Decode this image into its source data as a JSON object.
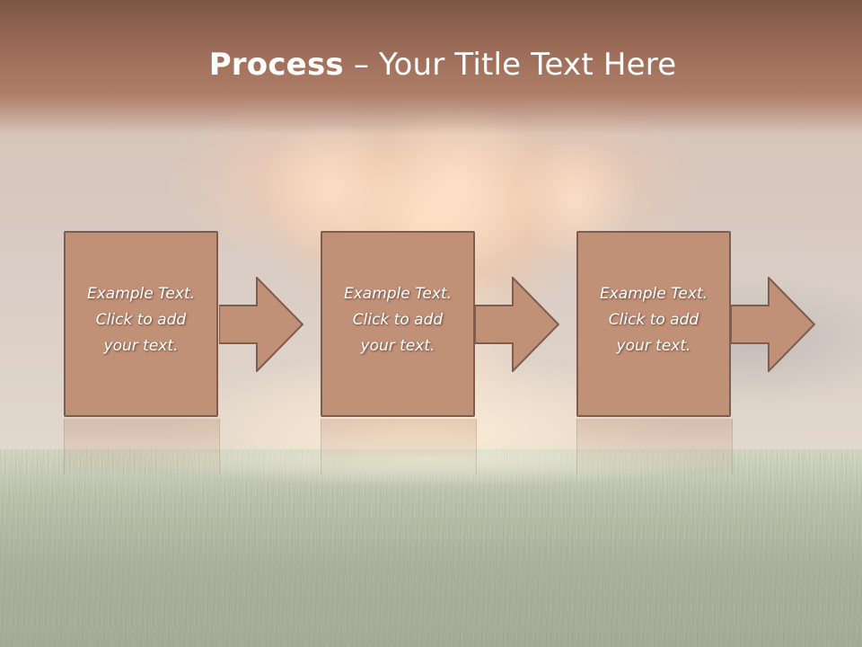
{
  "title": {
    "bold_part": "Process",
    "rest": " – Your Title Text Here"
  },
  "steps": [
    {
      "text": "Example Text.\nClick  to add\nyour text."
    },
    {
      "text": "Example Text.\nClick  to add\nyour text."
    },
    {
      "text": "Example Text.\nClick  to add\nyour text."
    }
  ],
  "colors": {
    "title_band": "#9a6b57",
    "box_fill": "#c09077",
    "box_border": "#7e5c4e",
    "text": "#ffffff"
  }
}
